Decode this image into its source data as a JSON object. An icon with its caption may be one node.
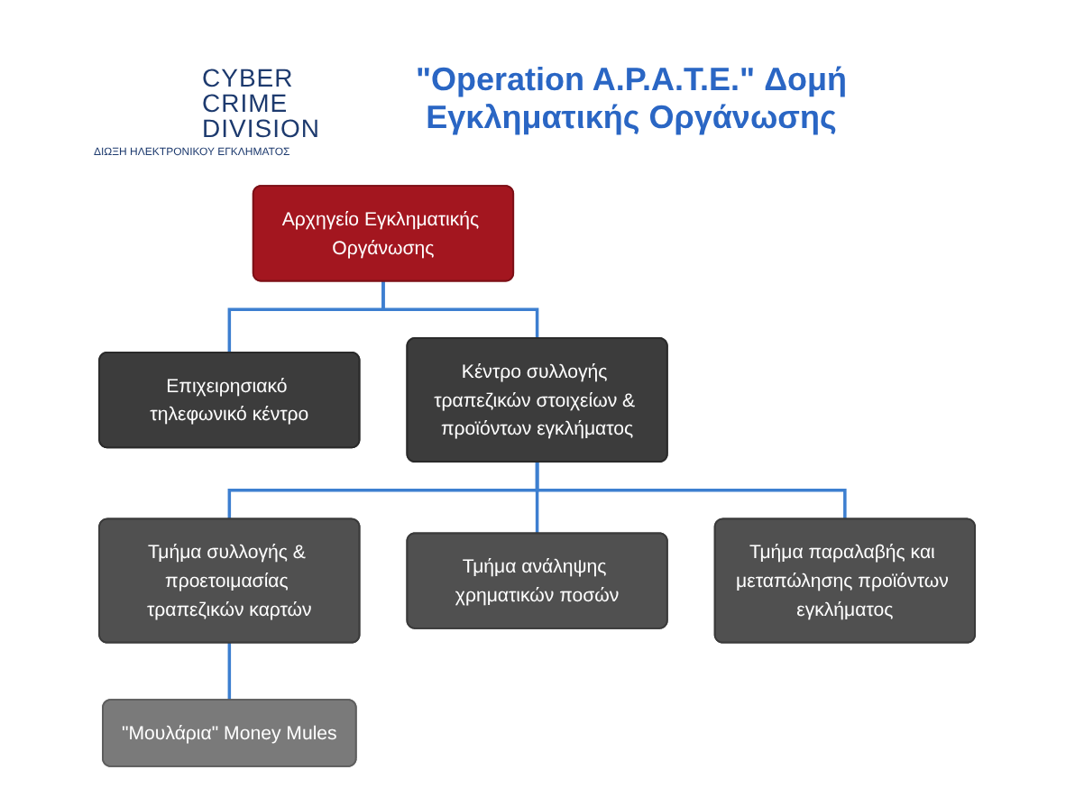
{
  "diagram": {
    "title": "\"Operation A.P.A.T.E.\" Δομή Εγκληματικής Οργάνωσης",
    "nodes": [
      {
        "text": [
          "Αρχηγείο Εγκληματικής Οργάνωσης"
        ]
      },
      {
        "text": [
          "Επιχειρησιακό τηλεφωνικό κέντρο"
        ]
      },
      {
        "text": [
          "Κέντρο συλλογής τραπεζικών στοιχείων & προϊόντων εγκλήματος"
        ]
      },
      {
        "text": [
          "Τμήμα συλλογής & προετοιμασίας τραπεζικών καρτών"
        ]
      },
      {
        "text": [
          "Τμήμα ανάληψης χρηματικών ποσών"
        ]
      },
      {
        "text": [
          "Τμήμα παραλαβής και μεταπώλησης προϊόντων εγκλήματος"
        ]
      },
      {
        "text": [
          "\"Μουλάρια\" Money Mules"
        ]
      }
    ],
    "edges": [
      {
        "from": 0,
        "to": 1,
        "arrow": "none"
      },
      {
        "from": 0,
        "to": 2,
        "arrow": "none"
      },
      {
        "from": 2,
        "to": 3,
        "arrow": "none"
      },
      {
        "from": 2,
        "to": 4,
        "arrow": "none"
      },
      {
        "from": 2,
        "to": 5,
        "arrow": "none"
      },
      {
        "from": 3,
        "to": 6,
        "arrow": "none"
      }
    ],
    "labels": [
      "CYBER CRIME DIVISION",
      "ΔΙΩΞΗ ΗΛΕΚΤΡΟΝΙΚΟΥ ΕΓΚΛΗΜΑΤΟΣ"
    ]
  }
}
